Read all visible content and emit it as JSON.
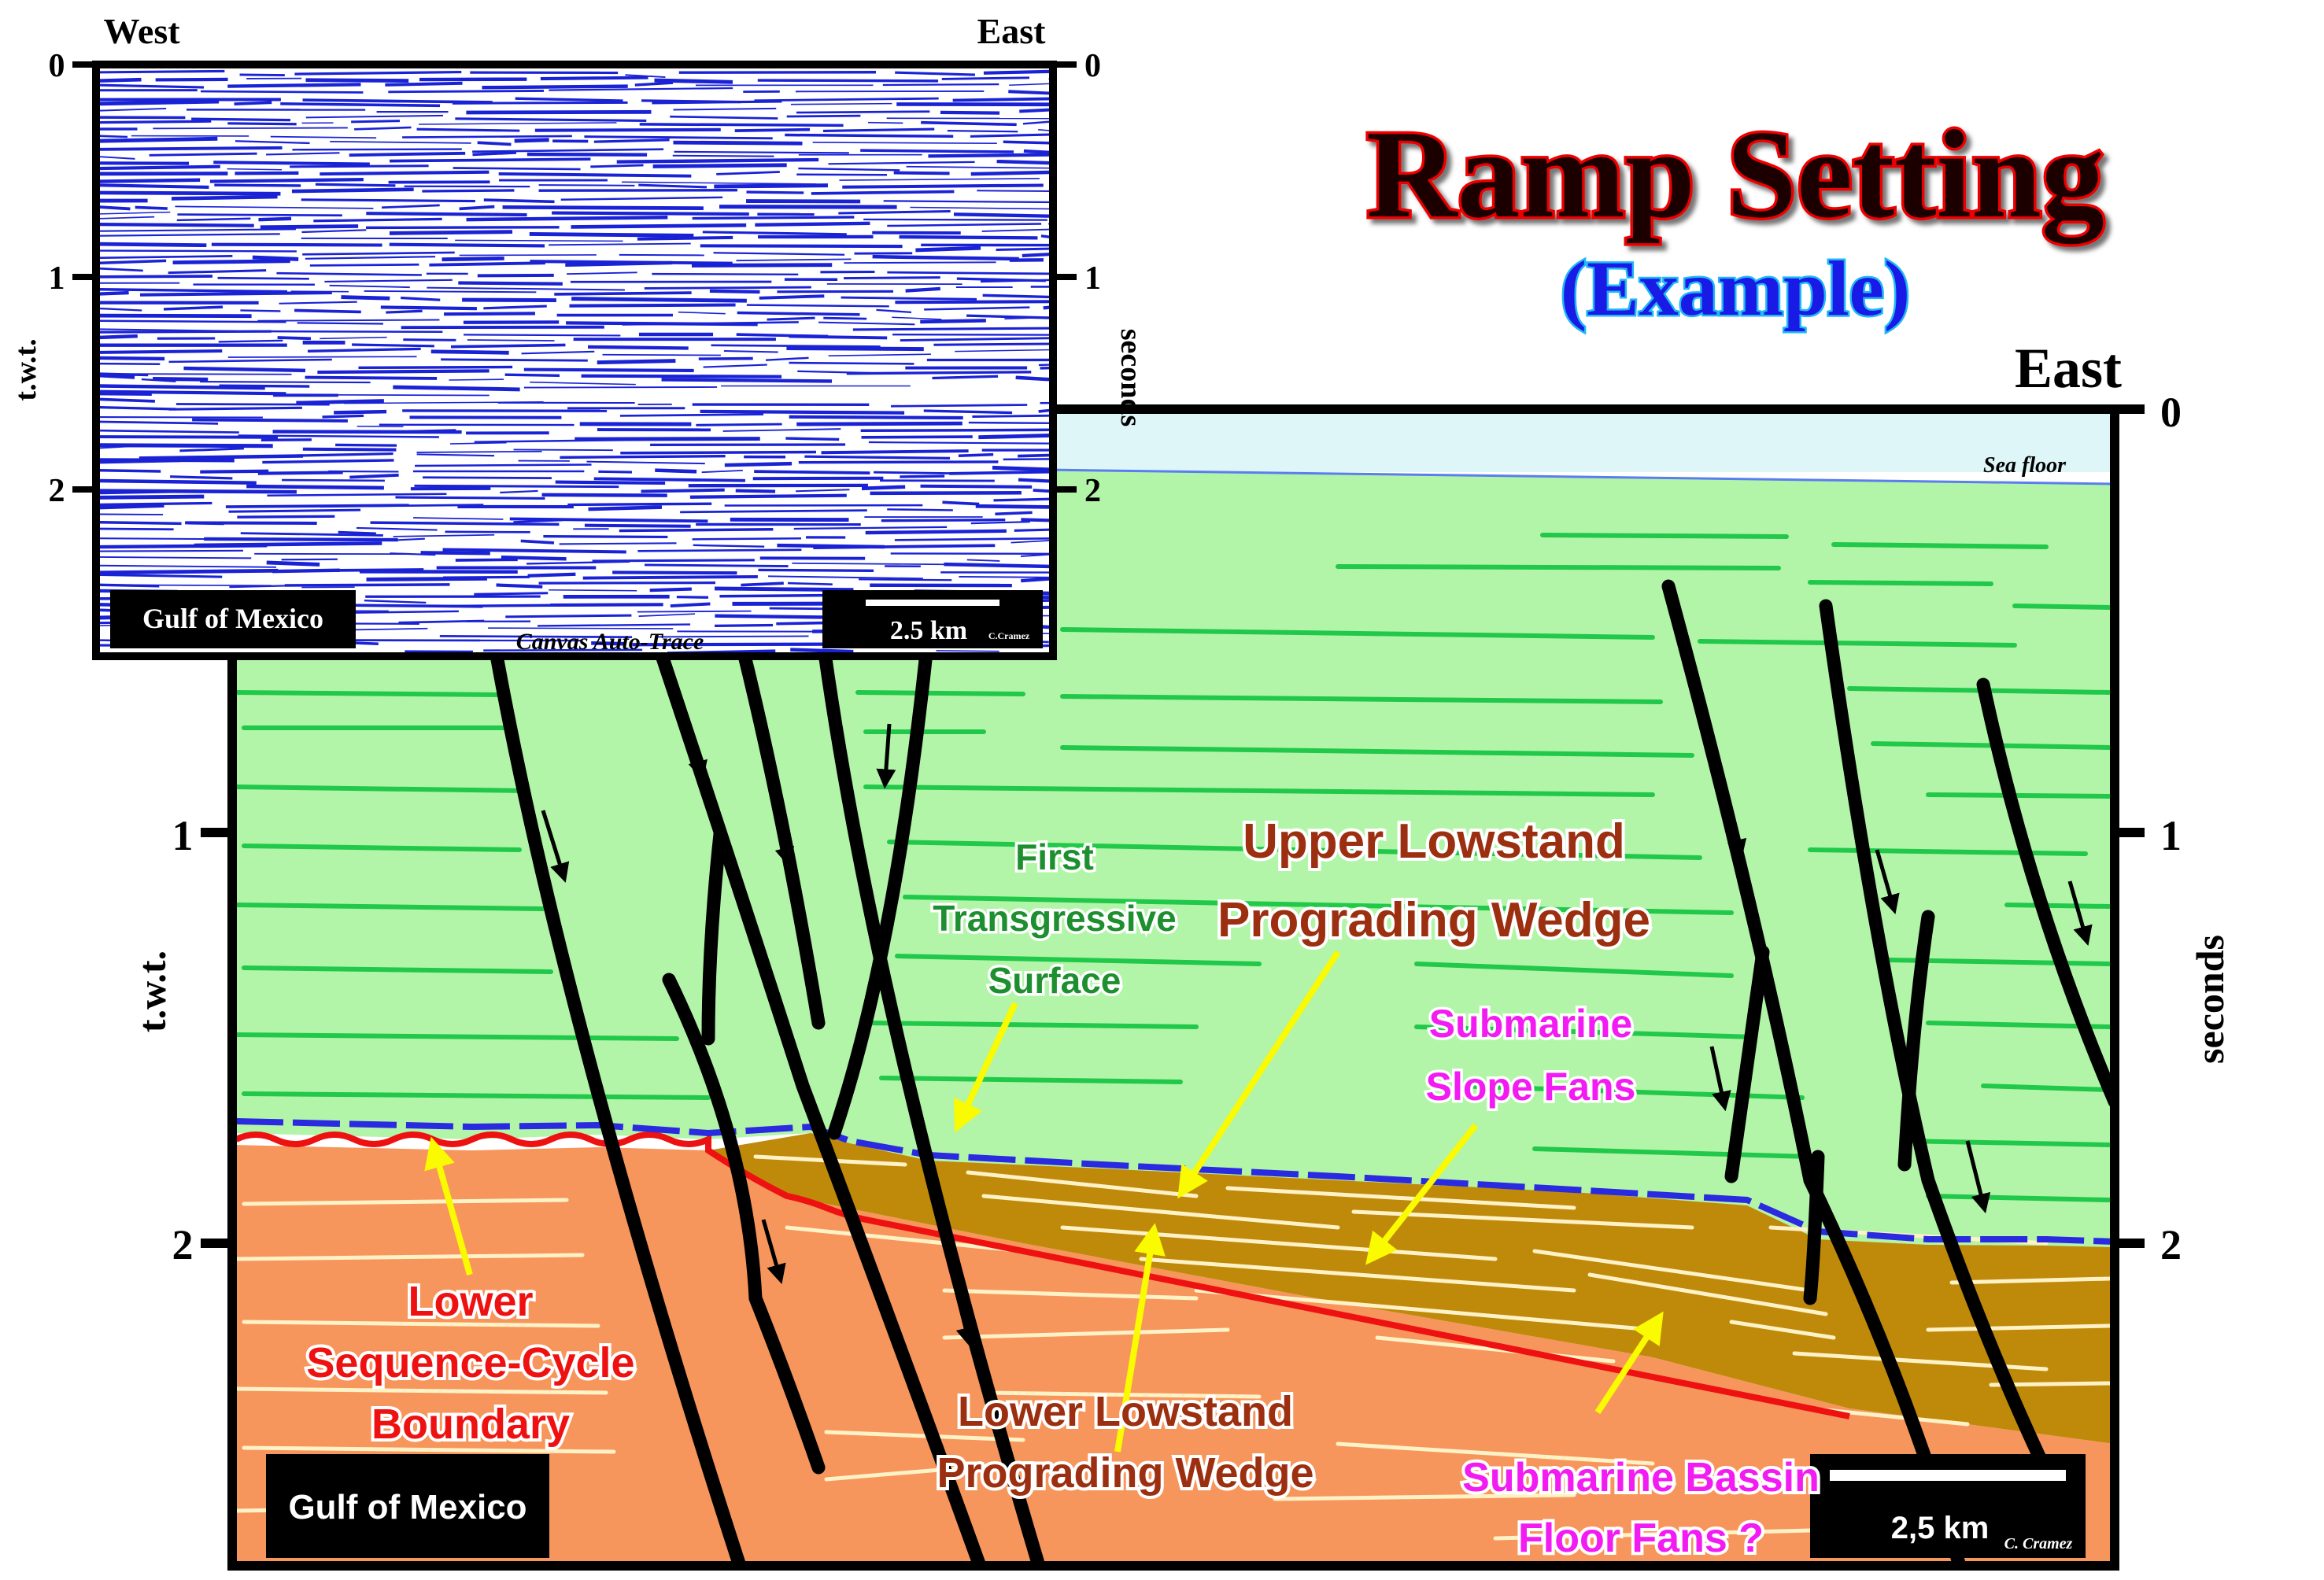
{
  "title": {
    "main": "Ramp Setting",
    "sub": "(Example)"
  },
  "interpretation": {
    "east_label": "East",
    "time_axis_left_label": "t.w.t.",
    "time_axis_right_label": "seconds",
    "ticks": [
      "0",
      "1",
      "2"
    ],
    "sea_floor_label": "Sea floor",
    "location_label": "Gulf of Mexico",
    "scale_label": "2,5  km",
    "credit": "C. Cramez",
    "annotations": {
      "first_transgressive_surface": [
        "First",
        "Transgressive",
        "Surface"
      ],
      "upper_lowstand_wedge": [
        "Upper Lowstand",
        "Prograding Wedge"
      ],
      "submarine_slope_fans": [
        "Submarine",
        "Slope Fans"
      ],
      "lower_sequence_boundary": [
        "Lower",
        "Sequence-Cycle",
        "Boundary"
      ],
      "lower_lowstand_wedge": [
        "Lower Lowstand",
        "Prograding Wedge"
      ],
      "basin_floor_fans": [
        "Submarine Bassin",
        "Floor Fans ?"
      ]
    }
  },
  "seismic_inset": {
    "west_label": "West",
    "east_label": "East",
    "time_axis_left_label": "t.w.t.",
    "time_axis_right_label": "seconds",
    "ticks": [
      "0",
      "1",
      "2"
    ],
    "location_label": "Gulf of Mexico",
    "scale_label": "2.5 km",
    "credit": "C.Cramez",
    "software_label": "Canvas Auto-Trace"
  },
  "colors": {
    "water": "#dff6f8",
    "green_layer": "#b2f5a8",
    "green_reflector": "#21c84a",
    "brown_wedge": "#bf8a0a",
    "orange_layer": "#f7965c",
    "cream_reflector": "#fff2c6",
    "red_boundary": "#ee1111",
    "blue_surface": "#2a2ae0",
    "seismic_blue": "#1a22d6",
    "annotation_green": "#1d8f2e",
    "annotation_brown": "#9b2f10",
    "annotation_magenta": "#f21bf2",
    "annotation_red": "#ee1111",
    "arrow_yellow": "#fafa00"
  }
}
